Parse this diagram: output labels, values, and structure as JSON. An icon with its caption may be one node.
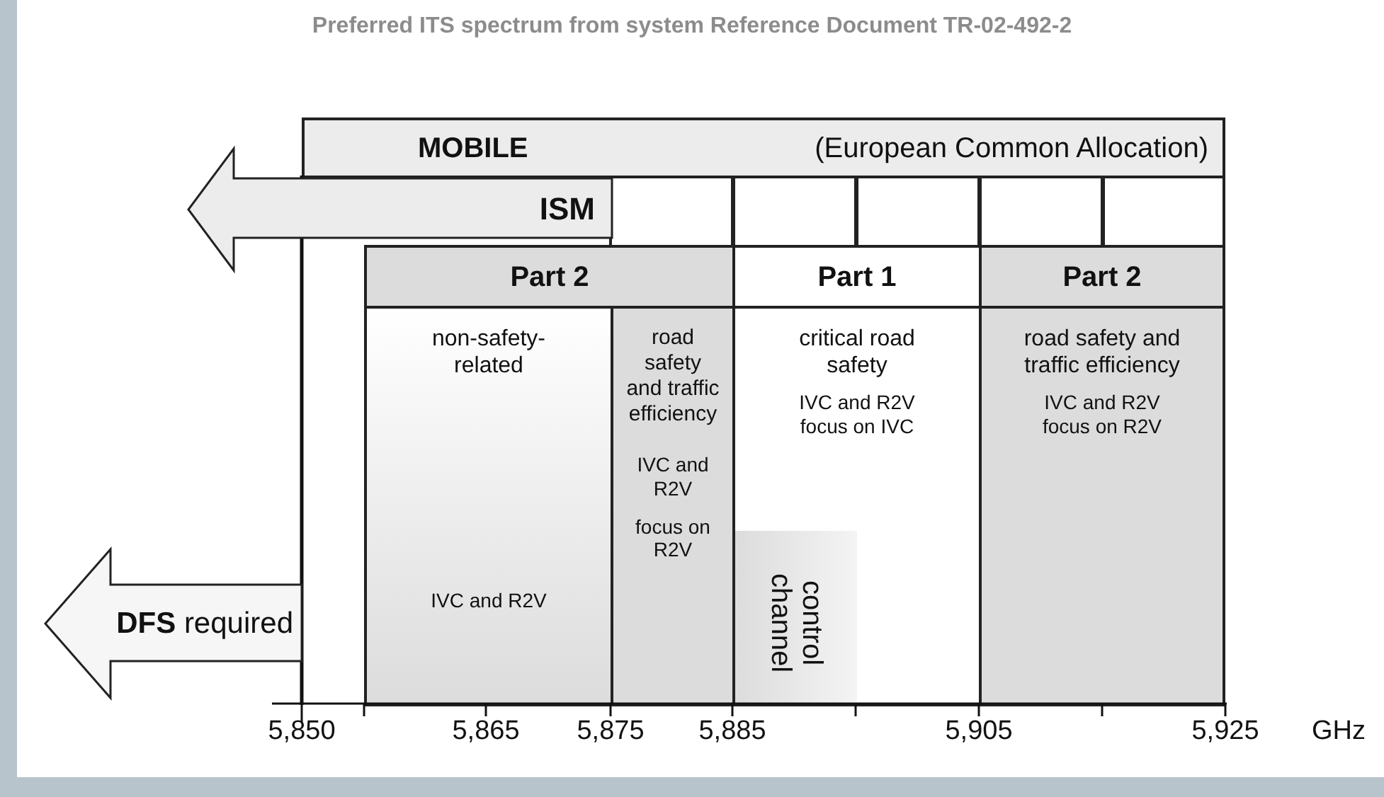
{
  "diagram": {
    "title": "Preferred ITS spectrum from system Reference Document TR-02-492-2",
    "nodes": [
      {
        "text": [
          "MOBILE",
          "(European Common Allocation)"
        ]
      },
      {
        "text": [
          "ISM"
        ]
      },
      {
        "text": [],
        "shape": "box"
      },
      {
        "text": [],
        "shape": "box"
      },
      {
        "text": [],
        "shape": "box"
      },
      {
        "text": [],
        "shape": "box"
      },
      {
        "text": [],
        "shape": "box"
      },
      {
        "text": [
          "Part 2"
        ]
      },
      {
        "text": [
          "Part 1"
        ]
      },
      {
        "text": [
          "Part 2"
        ]
      },
      {
        "text": [
          "non-safety-related",
          "IVC and R2V"
        ]
      },
      {
        "text": [
          "road safety and traffic efficiency",
          "IVC and R2V",
          "focus on R2V"
        ]
      },
      {
        "text": [
          "critical road safety",
          "IVC and R2V focus on IVC"
        ]
      },
      {
        "text": [
          "control channel"
        ],
        "in": 12
      },
      {
        "text": [
          "road safety and traffic efficiency",
          "IVC and R2V focus on R2V"
        ]
      },
      {
        "text": [
          "**DFS** required"
        ]
      }
    ],
    "labels": [
      "5,850",
      "5,865",
      "5,875",
      "5,885",
      "5,905",
      "5,925",
      "GHz"
    ]
  }
}
